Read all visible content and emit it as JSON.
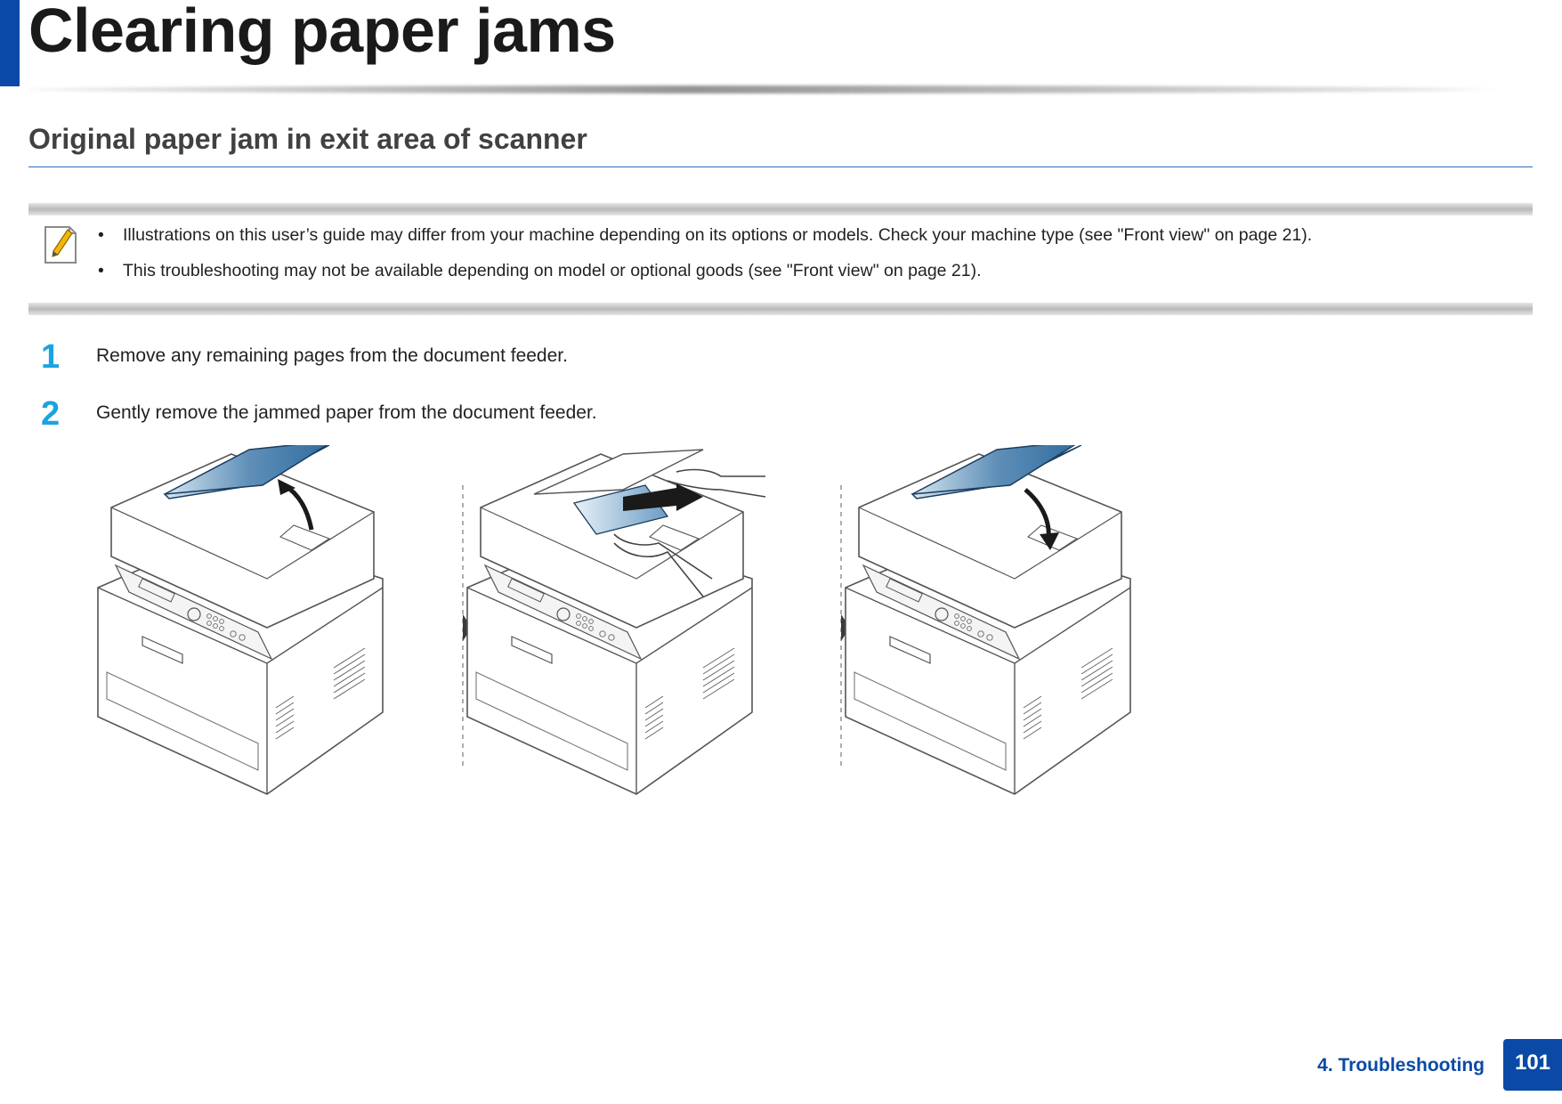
{
  "header": {
    "title": "Clearing paper jams"
  },
  "section": {
    "title": "Original paper jam in exit area of scanner"
  },
  "note": {
    "icon": "note-pencil-icon",
    "items": [
      "Illustrations on this user’s guide may differ from your machine depending on its options or models. Check your machine type (see \"Front view\" on page 21).",
      "This troubleshooting may not be available depending on model or optional goods (see \"Front view\" on page 21)."
    ]
  },
  "steps": [
    {
      "number": "1",
      "text": "Remove any remaining pages from the document feeder."
    },
    {
      "number": "2",
      "text": "Gently remove the jammed paper from the document feeder."
    }
  ],
  "footer": {
    "section": "4.  Troubleshooting",
    "page": "101"
  },
  "colors": {
    "brand": "#0a4aa6",
    "step_number": "#1aa3e0",
    "tray": "#2f6a9e"
  }
}
